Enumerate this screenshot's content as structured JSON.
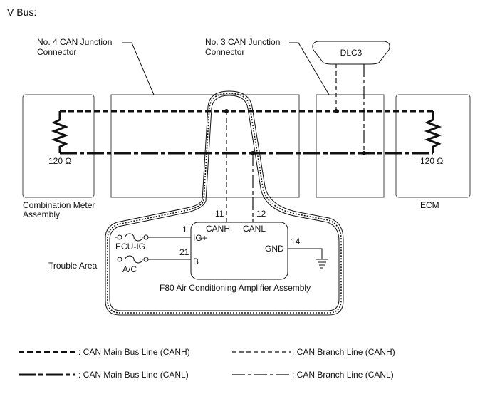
{
  "title": "V Bus:",
  "labels": {
    "junction4": [
      "No. 4 CAN Junction",
      "Connector"
    ],
    "junction3": [
      "No. 3 CAN Junction",
      "Connector"
    ],
    "dlc3": "DLC3",
    "res_left": "120 Ω",
    "res_right": "120 Ω",
    "meter": [
      "Combination Meter",
      "Assembly"
    ],
    "ecm": "ECM",
    "trouble_area": "Trouble Area",
    "amplifier": "F80  Air Conditioning Amplifier Assembly"
  },
  "amplifier_pins": {
    "canh_num": "11",
    "canl_num": "12",
    "canh": "CANH",
    "canl": "CANL",
    "igp_num": "1",
    "igp": "IG+",
    "b_num": "21",
    "b": "B",
    "gnd_num": "14",
    "gnd": "GND",
    "ecu_ig": "ECU-IG",
    "ac": "A/C"
  },
  "legend": {
    "canh_main": ": CAN Main Bus Line (CANH)",
    "canl_main": ": CAN Main Bus Line (CANL)",
    "canh_branch": ": CAN Branch Line (CANH)",
    "canl_branch": ": CAN Branch Line (CANL)"
  }
}
